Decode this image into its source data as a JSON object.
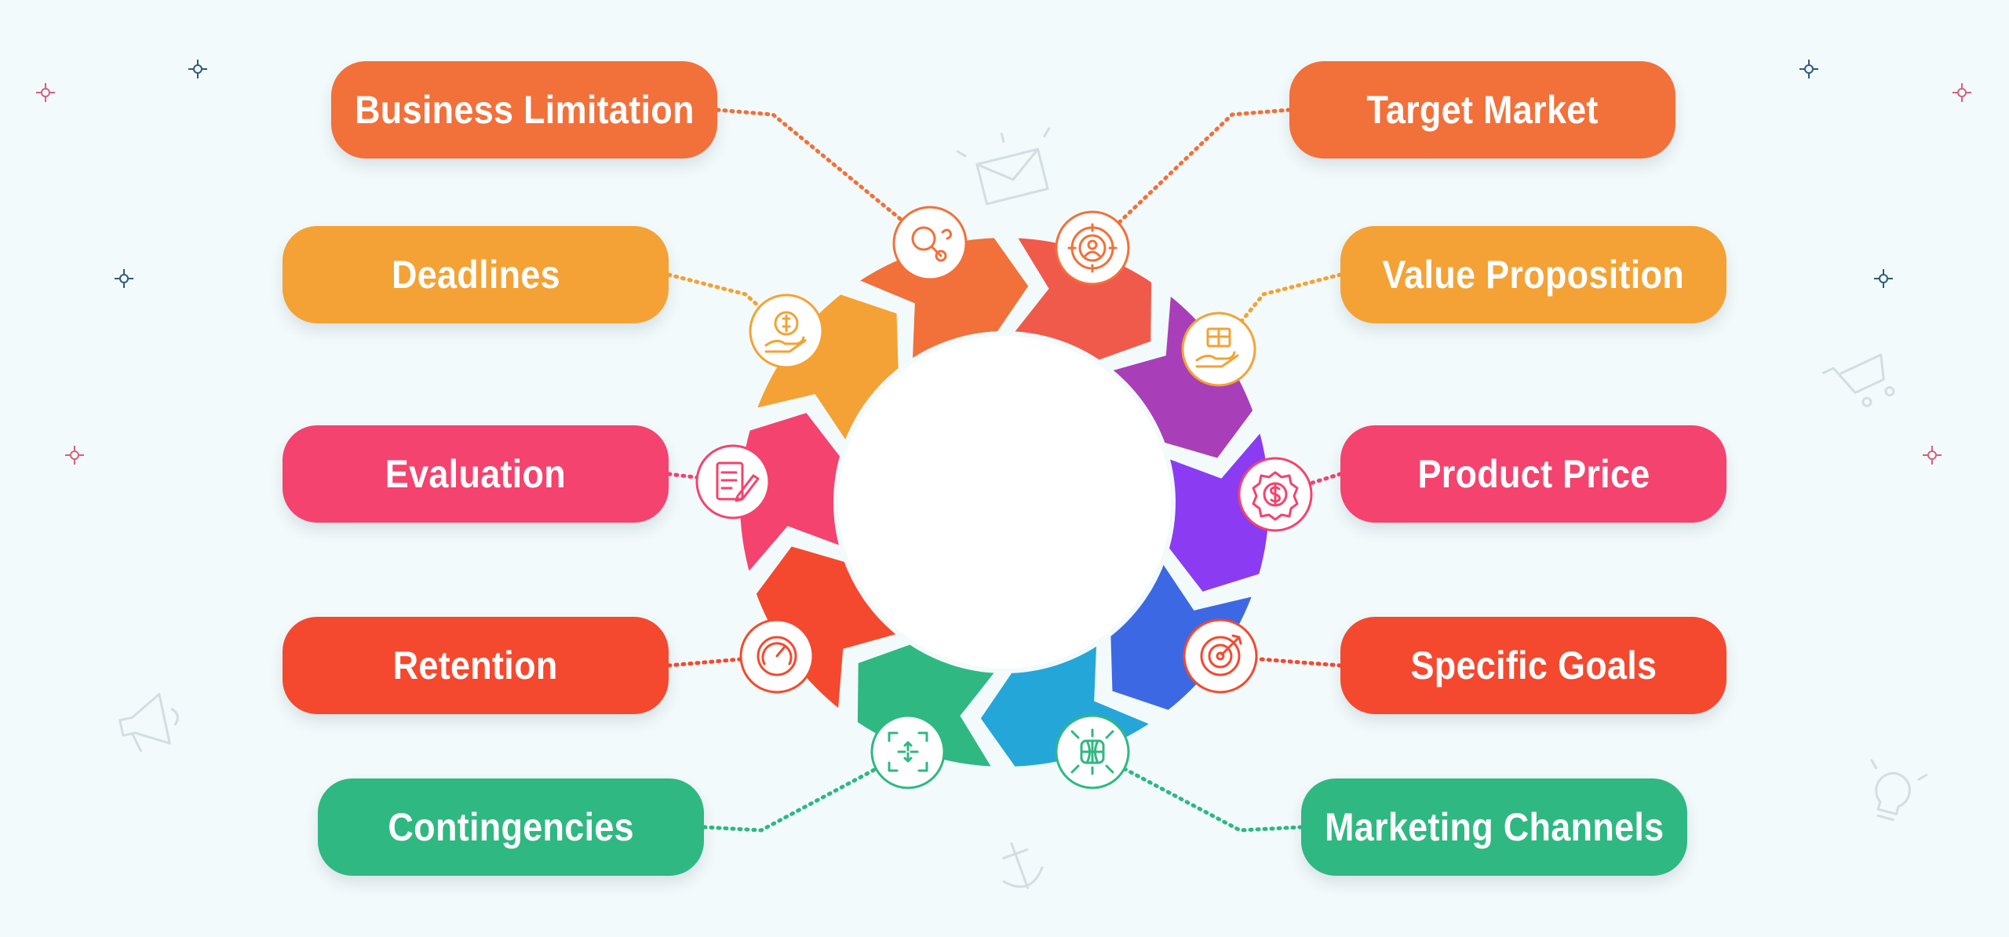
{
  "diagram": {
    "left_items": [
      {
        "label": "Business Limitation",
        "color": "#f2703a",
        "icon": "idea-search-icon"
      },
      {
        "label": "Deadlines",
        "color": "#f4a235",
        "icon": "hand-money-icon"
      },
      {
        "label": "Evaluation",
        "color": "#f4436e",
        "icon": "checklist-pen-icon"
      },
      {
        "label": "Retention",
        "color": "#f4492f",
        "icon": "gauge-icon"
      },
      {
        "label": "Contingencies",
        "color": "#2fb882",
        "icon": "focus-arrows-icon"
      }
    ],
    "right_items": [
      {
        "label": "Target Market",
        "color": "#f2703a",
        "icon": "target-audience-icon"
      },
      {
        "label": "Value Proposition",
        "color": "#f4a235",
        "icon": "hand-gift-icon"
      },
      {
        "label": "Product Price",
        "color": "#f4436e",
        "icon": "price-badge-icon"
      },
      {
        "label": "Specific Goals",
        "color": "#f4492f",
        "icon": "bullseye-icon"
      },
      {
        "label": "Marketing Channels",
        "color": "#2fb882",
        "icon": "network-globe-icon"
      }
    ],
    "ring_colors": [
      "#f05a4a",
      "#a83fb8",
      "#8b3cf2",
      "#3c68e4",
      "#25a6d8",
      "#2fb882",
      "#f4492f",
      "#f4436e",
      "#f4a235",
      "#f2703a"
    ]
  }
}
